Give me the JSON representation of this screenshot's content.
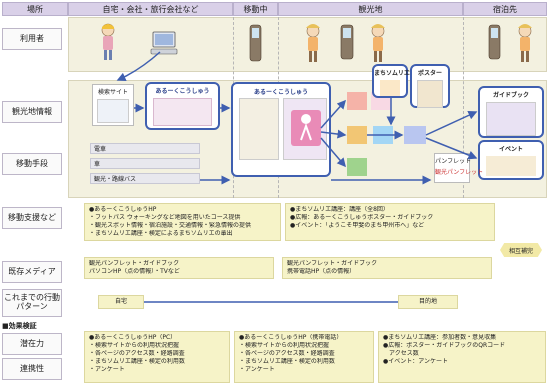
{
  "header": {
    "place": "場所",
    "col_home": "自宅・会社・旅行会社など",
    "col_moving": "移動中",
    "col_sightseeing": "観光地",
    "col_lodging": "宿泊先"
  },
  "rows": {
    "users": "利用者",
    "info": "観光地情報",
    "transport": "移動手段",
    "support": "移動支援など",
    "media": "既存メディア",
    "pattern": "これまでの行動パターン"
  },
  "info_row": {
    "search_site": "検索サイト",
    "arukoushou": "あるーくこうしゅう",
    "arukoushou_main": "あるーくこうしゅう",
    "machi_sommelier": "まちソムリエ",
    "poster": "ポスター",
    "guidebook": "ガイドブック",
    "event": "イベント",
    "pamphlet": "パンフレット",
    "tourist_pamphlet": "観光パンフレット"
  },
  "transport": {
    "train": "電車",
    "car": "車",
    "bus": "観光・路線バス"
  },
  "support": {
    "left_lines": [
      "●あるーくこうしゅうHP",
      "・フットパス ウォーキングなど地図を用いたコース提供",
      "・観光スポット情報・宿泊施設・交通情報・緊急情報の提供",
      "・まちソムリエ講座・検定によるまちソムリエの輩出"
    ],
    "right_lines": [
      "●まちソムリエ講座：講座（全8回）",
      "●広報：あるーくこうしゅうポスター・ガイドブック",
      "●イベント：「ようこそ甲斐のまち甲州市へ」など"
    ],
    "complement": "相互補完"
  },
  "media": {
    "left_lines": [
      "観光パンフレット・ガイドブック",
      "パソコンHP（点の情報）・TVなど"
    ],
    "right_lines": [
      "観光パンフレット・ガイドブック",
      "携帯電話HP（点の情報）"
    ]
  },
  "pattern": {
    "home": "自宅",
    "destination": "目的地"
  },
  "effect": {
    "section_title": "■効果検証",
    "potential": "潜在力",
    "continuity": "連携性",
    "col1": [
      "●あるーくこうしゅうHP（PC）",
      "・検索サイトからの利用状況把握",
      "・各ページのアクセス数・経路調査",
      "・まちソムリエ講座・検定の利用数",
      "・アンケート"
    ],
    "col2": [
      "●あるーくこうしゅうHP（携帯電話）",
      "・検索サイトからの利用状況把握",
      "・各ページのアクセス数・経路調査",
      "・まちソムリエ講座・検定の利用数",
      "・アンケート"
    ],
    "col3": [
      "●まちソムリエ講座：参加者数・意見収集",
      "●広報：ポスター・ガイドブックのQRコード",
      "　アクセス数",
      "●イベント：アンケート"
    ]
  },
  "colors": {
    "header": "#d9d0e8",
    "panel": "#f3f1e0",
    "yellow": "#f6f3c8",
    "arrow_blue": "#3f5fb0"
  }
}
